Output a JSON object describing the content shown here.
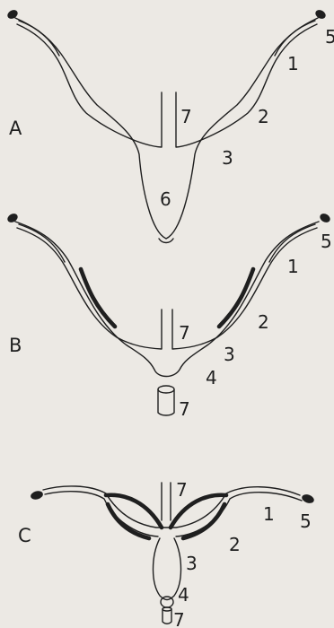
{
  "panels": [
    {
      "letter": "A",
      "labels": {
        "l1": "1",
        "l2": "2",
        "l3": "3",
        "l5": "5",
        "l6": "6",
        "l7": "7"
      }
    },
    {
      "letter": "B",
      "labels": {
        "l1": "1",
        "l2": "2",
        "l3": "3",
        "l4": "4",
        "l5": "5",
        "l7a": "7",
        "l7b": "7"
      }
    },
    {
      "letter": "C",
      "labels": {
        "l1": "1",
        "l2": "2",
        "l3": "3",
        "l4": "4",
        "l5": "5",
        "l7a": "7",
        "l7b": "7"
      }
    }
  ]
}
